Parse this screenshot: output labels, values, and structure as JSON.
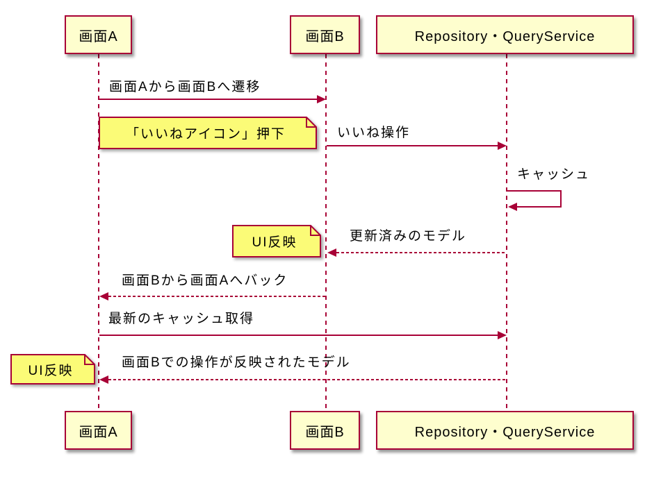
{
  "diagram": {
    "type": "sequence-diagram",
    "colors": {
      "participant_fill": "#FEFECE",
      "note_fill": "#FBFB77",
      "line": "#A80036",
      "text": "#000000",
      "background": "#FFFFFF"
    },
    "participants": [
      {
        "name": "画面A"
      },
      {
        "name": "画面B"
      },
      {
        "name": "Repository・QueryService"
      }
    ],
    "messages": [
      {
        "from": "画面A",
        "to": "画面B",
        "label": "画面Aから画面Bへ遷移",
        "style": "solid"
      },
      {
        "from": "画面B",
        "to": "Repository・QueryService",
        "label": "いいね操作",
        "style": "solid"
      },
      {
        "from": "Repository・QueryService",
        "to": "Repository・QueryService",
        "label": "キャッシュ",
        "style": "self"
      },
      {
        "from": "Repository・QueryService",
        "to": "画面B",
        "label": "更新済みのモデル",
        "style": "dashed"
      },
      {
        "from": "画面B",
        "to": "画面A",
        "label": "画面Bから画面Aへバック",
        "style": "dashed"
      },
      {
        "from": "画面A",
        "to": "Repository・QueryService",
        "label": "最新のキャッシュ取得",
        "style": "solid"
      },
      {
        "from": "Repository・QueryService",
        "to": "画面A",
        "label": "画面Bでの操作が反映されたモデル",
        "style": "dashed"
      }
    ],
    "notes": [
      {
        "label": "「いいねアイコン」押下",
        "position": "right of 画面A"
      },
      {
        "label": "UI反映",
        "position": "left of 画面B"
      },
      {
        "label": "UI反映",
        "position": "left of 画面A"
      }
    ]
  }
}
